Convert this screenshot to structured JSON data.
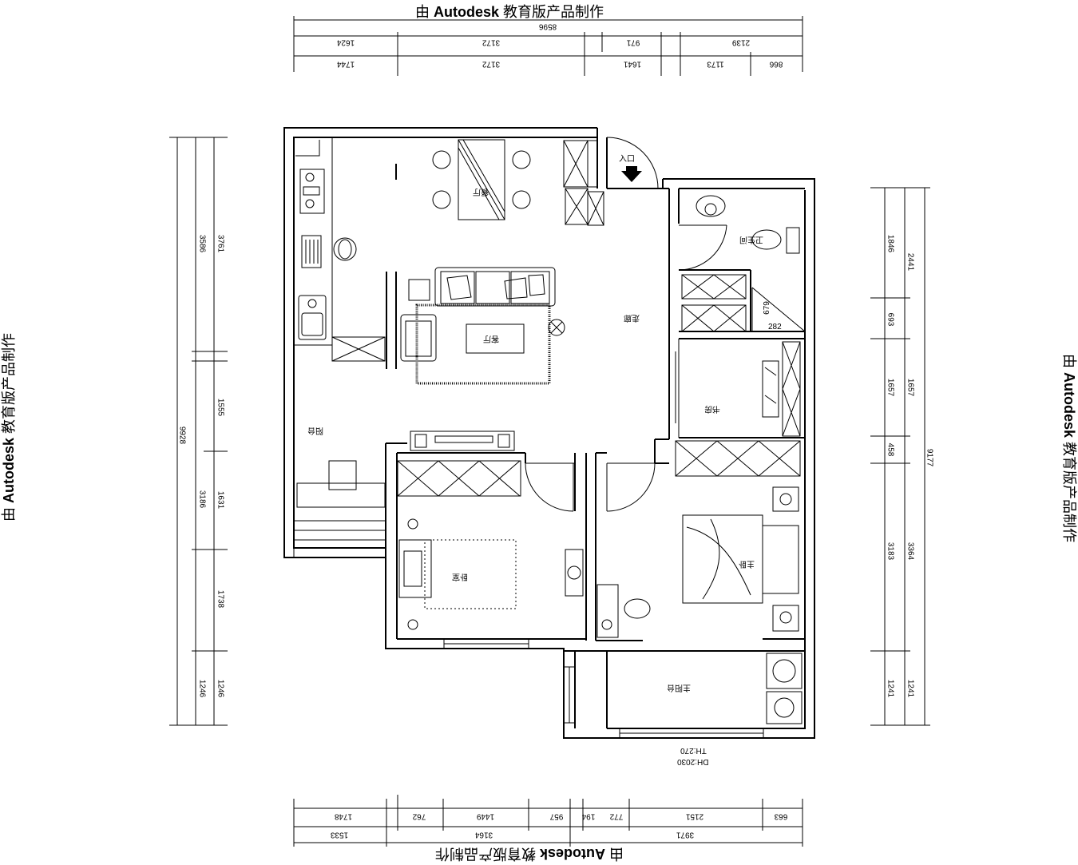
{
  "watermark": {
    "prefix": "由 ",
    "brand": "Autodesk",
    "suffix": " 教育版产品制作"
  },
  "top_dims": {
    "overall": "8596",
    "row1": [
      "1624",
      "3172",
      "971",
      "2139"
    ],
    "row2": [
      "1744",
      "3172",
      "1641",
      "1173",
      "866"
    ]
  },
  "bottom_dims": {
    "row1": [
      "1748",
      "762",
      "1449",
      "957",
      "194",
      "772",
      "2151",
      "663"
    ],
    "row2": [
      "1533",
      "3164",
      "3971"
    ]
  },
  "left_dims": {
    "overall": "9928",
    "inner": [
      "3586",
      "3186",
      "1246"
    ],
    "outer": [
      "3761",
      "1555",
      "1631",
      "1738",
      "1246"
    ]
  },
  "right_dims": {
    "overall": "9177",
    "inner": [
      "1846",
      "693",
      "1657",
      "458",
      "3183",
      "1241"
    ],
    "outer": [
      "2441",
      "1657",
      "3364",
      "1241"
    ]
  },
  "labels": {
    "entrance": "入口",
    "dining": "餐厅",
    "living": "客厅",
    "corridor": "走廊",
    "toilet": "卫生间",
    "study": "书房",
    "bedroom": "卧室",
    "balcony": "阳台",
    "master": "主卧",
    "master_balcony": "主阳台",
    "small_dim": "679",
    "small_dim2": "282",
    "note1": "TH:270",
    "note2": "DH:2030"
  }
}
